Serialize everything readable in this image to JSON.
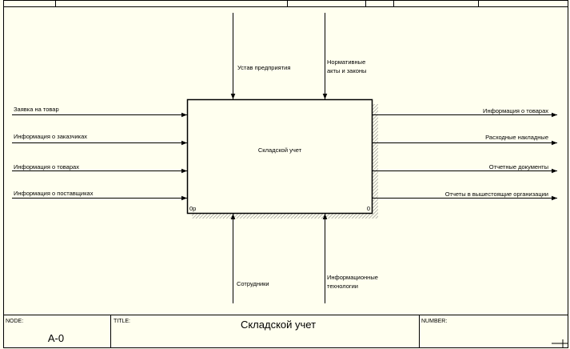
{
  "colors": {
    "page_background": "#FFFFEF",
    "line": "#000000",
    "shadow_hatch": "#888888"
  },
  "box": {
    "title": "Складской учет",
    "cost_label": "0р",
    "number": "0"
  },
  "controls": [
    {
      "label": "Устав предприятия"
    },
    {
      "label_lines": [
        "Нормативные",
        "акты и законы"
      ]
    }
  ],
  "inputs": [
    {
      "label": "Заявка на товар"
    },
    {
      "label": "Информация о заказчиках"
    },
    {
      "label": "Информация о товарах"
    },
    {
      "label": "Информация о поставщиках"
    }
  ],
  "outputs": [
    {
      "label": "Информация о товарах"
    },
    {
      "label": "Расходные накладные"
    },
    {
      "label": "Отчетные документы"
    },
    {
      "label": "Отчеты в вышестоящие организации"
    }
  ],
  "mechanisms": [
    {
      "label": "Сотрудники"
    },
    {
      "label_lines": [
        "Информационные",
        "технологии"
      ]
    }
  ],
  "footer": {
    "node_header": "NODE:",
    "node_value": "A-0",
    "title_header": "TITLE:",
    "title_value": "Складской учет",
    "number_header": "NUMBER:"
  }
}
